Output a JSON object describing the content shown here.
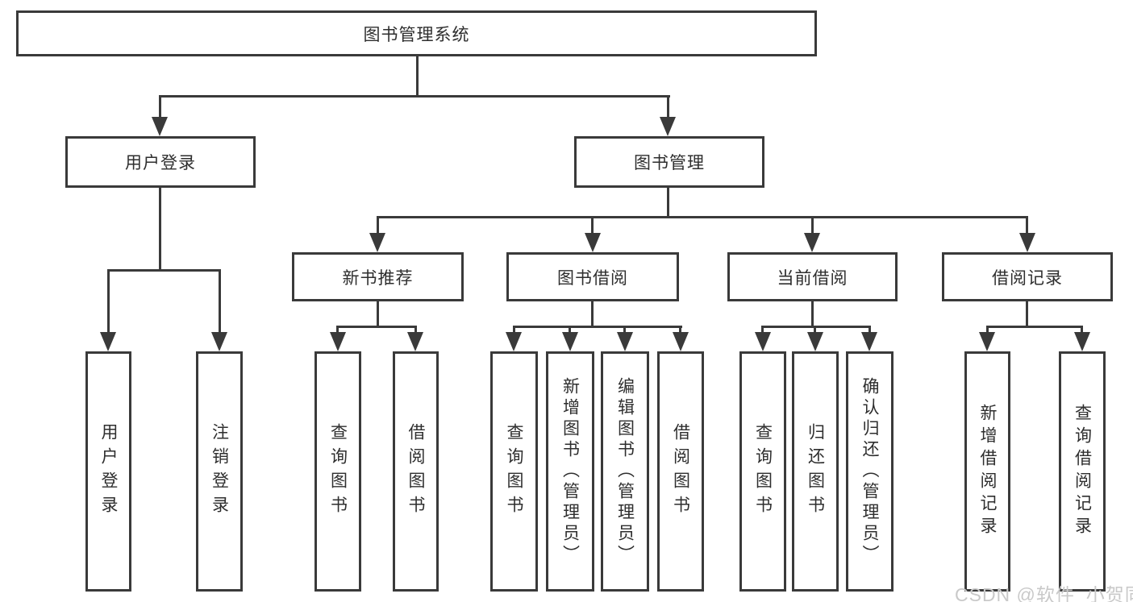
{
  "diagram_type": "functional-structure-tree",
  "colors": {
    "line": "#3a3a3a",
    "text": "#2e2e2e",
    "background": "#ffffff",
    "watermark": "#c9c9c9"
  },
  "tree": {
    "label": "图书管理系统",
    "children": [
      {
        "label": "用户登录",
        "children": [
          {
            "label": "用户登录"
          },
          {
            "label": "注销登录"
          }
        ]
      },
      {
        "label": "图书管理",
        "children": [
          {
            "label": "新书推荐",
            "children": [
              {
                "label": "查询图书"
              },
              {
                "label": "借阅图书"
              }
            ]
          },
          {
            "label": "图书借阅",
            "children": [
              {
                "label": "查询图书"
              },
              {
                "label": "新增图书（管理员）"
              },
              {
                "label": "编辑图书（管理员）"
              },
              {
                "label": "借阅图书"
              }
            ]
          },
          {
            "label": "当前借阅",
            "children": [
              {
                "label": "查询图书"
              },
              {
                "label": "归还图书"
              },
              {
                "label": "确认归还（管理员）"
              }
            ]
          },
          {
            "label": "借阅记录",
            "children": [
              {
                "label": "新增借阅记录"
              },
              {
                "label": "查询借阅记录"
              }
            ]
          }
        ]
      }
    ]
  },
  "watermark": {
    "text": "CSDN @软件_小贺同学"
  }
}
